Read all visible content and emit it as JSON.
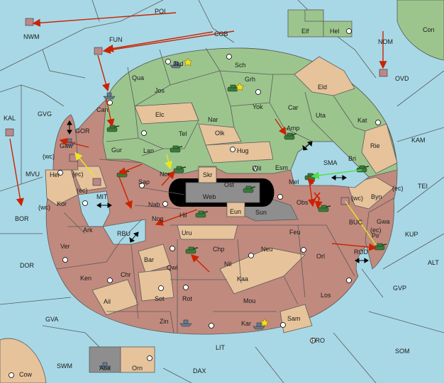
{
  "colors": {
    "sea": "#a8d8e6",
    "green": "#9cc58e",
    "red": "#c08a7e",
    "tan": "#e6c39b",
    "gray": "#8e8e8e",
    "moveArrow": "#cc2200",
    "supportArrow": "#e8e820",
    "convoyArrow": "#50e050",
    "black": "#000000"
  },
  "sea_labels": {
    "POI": "POI",
    "NWM": "NWM",
    "FUN": "FUN",
    "COB": "COB",
    "NOM": "NOM",
    "OVD": "OVD",
    "Con": "Con",
    "KAL": "KAL",
    "GVG": "GVG",
    "GOR": "GOR",
    "MVU": "MVU",
    "wc1": "(wc)",
    "ec1": "(ec)",
    "MIT": "MIT",
    "BOR": "BOR",
    "wc2": "(wc)",
    "RBU": "RBU",
    "DOR": "DOR",
    "GVA": "GVA",
    "SWM": "SWM",
    "Cow": "Cow",
    "LIT": "LIT",
    "DAX": "DAX",
    "FRO": "FRO",
    "SOM": "SOM",
    "GVP": "GVP",
    "ALT": "ALT",
    "KUP": "KUP",
    "TEI": "TEI",
    "KAM": "KAM",
    "SMA": "SMA",
    "ec2": "(ec)",
    "BUC": "BUC",
    "wc3": "(wc)",
    "ec3": "(ec)",
    "ROD": "ROD",
    "ec4": "(ec)"
  },
  "land_labels": {
    "Jad": "Jad",
    "Sch": "Sch",
    "Qua": "Qua",
    "Jos": "Jos",
    "Grh": "Grh",
    "Eld": "Eld",
    "Can": "Can",
    "Elc": "Elc",
    "Nar": "Nar",
    "Yok": "Yok",
    "Car": "Car",
    "Uta": "Uta",
    "Kat": "Kat",
    "Rie": "Rie",
    "Gur": "Gur",
    "Tel": "Tel",
    "Olk": "Olk",
    "Amp": "Amp",
    "Lan": "Lan",
    "Hug": "Hug",
    "Bri": "Bri",
    "Nor": "Nor",
    "Wil": "Wil",
    "Esm": "Esm",
    "Gaw": "Gaw",
    "Her": "Her",
    "Sap": "Sap",
    "Skr": "Skr",
    "Ost": "Ost",
    "Mel": "Mel",
    "Byn": "Byn",
    "Web": "Web",
    "Kor": "Kor",
    "Nab": "Nab",
    "Eun": "Eun",
    "Sun": "Sun",
    "Obs": "Obs",
    "Gwa": "Gwa",
    "Nog": "Nog",
    "Hil": "Hil",
    "Pir": "Pir",
    "Ark": "Ark",
    "Uru": "Uru",
    "Feu": "Feu",
    "Ver": "Ver",
    "Chp": "Chp",
    "Neu": "Neu",
    "Orl": "Orl",
    "Bar": "Bar",
    "Qwi": "Qwi",
    "Nil": "Nil",
    "Ken": "Ken",
    "Chr": "Chr",
    "Kaa": "Kaa",
    "Ail": "Ail",
    "Sot": "Sot",
    "Rot": "Rot",
    "Mou": "Mou",
    "Los": "Los",
    "Zin": "Zin",
    "Kar": "Kar",
    "Sam": "Sam",
    "Elf": "Elf",
    "Hel": "Hel",
    "Aba": "Aba",
    "Orn": "Orn"
  }
}
